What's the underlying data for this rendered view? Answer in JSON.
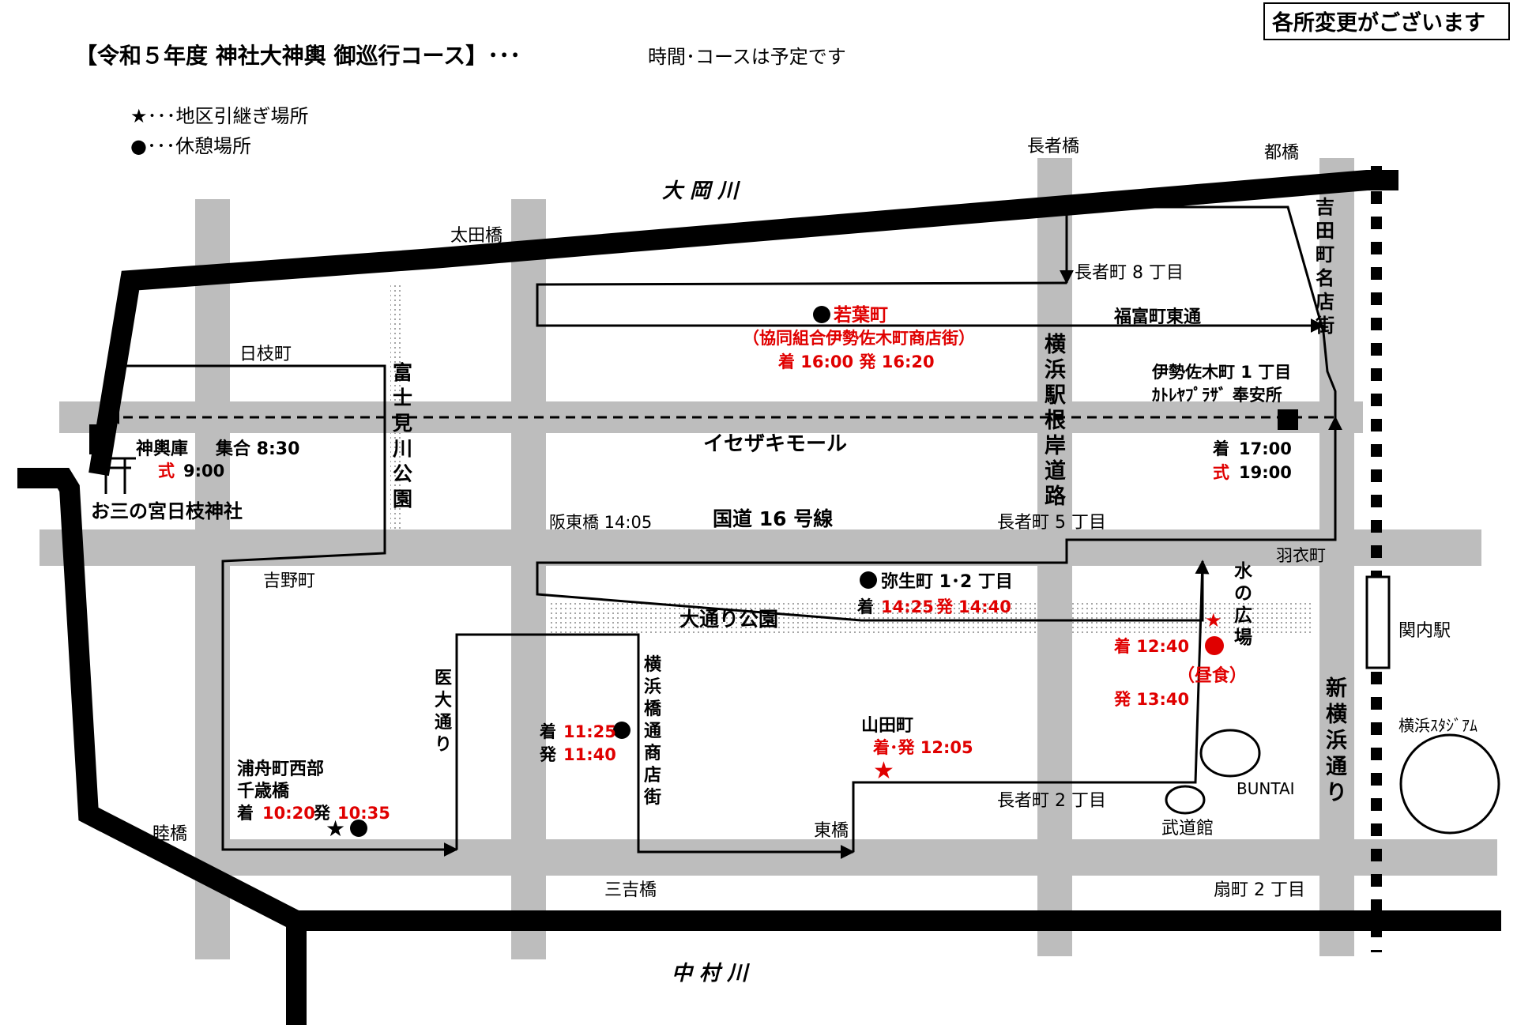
{
  "title": "【令和５年度 神社大神輿 御巡行コース】･･･",
  "subtitle": "時間･コースは予定です",
  "notice": "各所変更がございます",
  "legend": {
    "star": "★･･･地区引継ぎ場所",
    "dot": "●･･･休憩場所"
  },
  "rivers": {
    "north": "大 岡 川",
    "south": "中 村 川"
  },
  "streets": {
    "isezaki": "イセザキモール",
    "route16": "国道 16 号線",
    "fukutomi": "福富町東通",
    "negishi": [
      "横",
      "浜",
      "駅",
      "根",
      "岸",
      "道",
      "路"
    ],
    "shinyokohama": [
      "新",
      "横",
      "浜",
      "通",
      "り"
    ],
    "yoshidamachi": [
      "吉",
      "田",
      "町",
      "名",
      "店",
      "街"
    ],
    "fujimi": [
      "富",
      "士",
      "見",
      "川",
      "公",
      "園"
    ],
    "idai": [
      "医",
      "大",
      "通",
      "り"
    ],
    "yokohamabashi": [
      "横",
      "浜",
      "橋",
      "通",
      "商",
      "店",
      "街"
    ]
  },
  "places": {
    "chojabashi": "長者橋",
    "miyakobashi": "都橋",
    "otabashi": "太田橋",
    "hiecho": "日枝町",
    "choja8": "長者町 8 丁目",
    "isezaki1a": "伊勢佐木町 1 丁目",
    "isezaki1b": "ｶﾄﾚﾔﾌﾟﾗｻﾞ 奉安所",
    "mikoshiko": "神輿庫",
    "shugo": "集合 8:30",
    "shiki_label": "式",
    "shiki_time": "9:00",
    "shrine": "お三の宮日枝神社",
    "hantobashi": "阪東橋 14:05",
    "choja5": "長者町 5 丁目",
    "hagoromo": "羽衣町",
    "yoshino": "吉野町",
    "mizu": [
      "水",
      "の",
      "広",
      "場"
    ],
    "kannai": "関内駅",
    "stadium": "横浜ｽﾀｼﾞｱﾑ",
    "buntai": "BUNTAI",
    "budokan": "武道館",
    "choja2": "長者町 2 丁目",
    "higashibashi": "東橋",
    "mutsumibashi": "睦橋",
    "miyoshibashi": "三吉橋",
    "ogimachi": "扇町 2 丁目",
    "odori": "大通り公園"
  },
  "stops": {
    "wakaba_name": "若葉町",
    "wakaba_org": "（協同組合伊勢佐木町商店街）",
    "wakaba_time": "着 16:00 発 16:20",
    "arrive_end_label": "着",
    "arrive_end_time": "17:00",
    "ceremony_label": "式",
    "ceremony_time": "19:00",
    "yayoi_name": "弥生町 1･2 丁目",
    "yayoi_arr_label": "着",
    "yayoi_arr_time": "14:25",
    "yayoi_dep_label": "発",
    "yayoi_dep_time": "14:40",
    "lunch_arr": "着 12:40",
    "lunch_label": "（昼食）",
    "lunch_dep": "発 13:40",
    "yamada_name": "山田町",
    "yamada_time": "着･発 12:05",
    "yokohamabashi_arr_label": "着",
    "yokohamabashi_arr_time": "11:25",
    "yokohamabashi_dep_label": "発",
    "yokohamabashi_dep_time": "11:40",
    "urafune_name1": "浦舟町西部",
    "urafune_name2": "千歳橋",
    "urafune_arr_label": "着",
    "urafune_arr_time": "10:20",
    "urafune_dep_label": "発",
    "urafune_dep_time": "10:35"
  },
  "colors": {
    "road": "#bdbdbd",
    "river": "#000000",
    "accent": "#e00000"
  }
}
